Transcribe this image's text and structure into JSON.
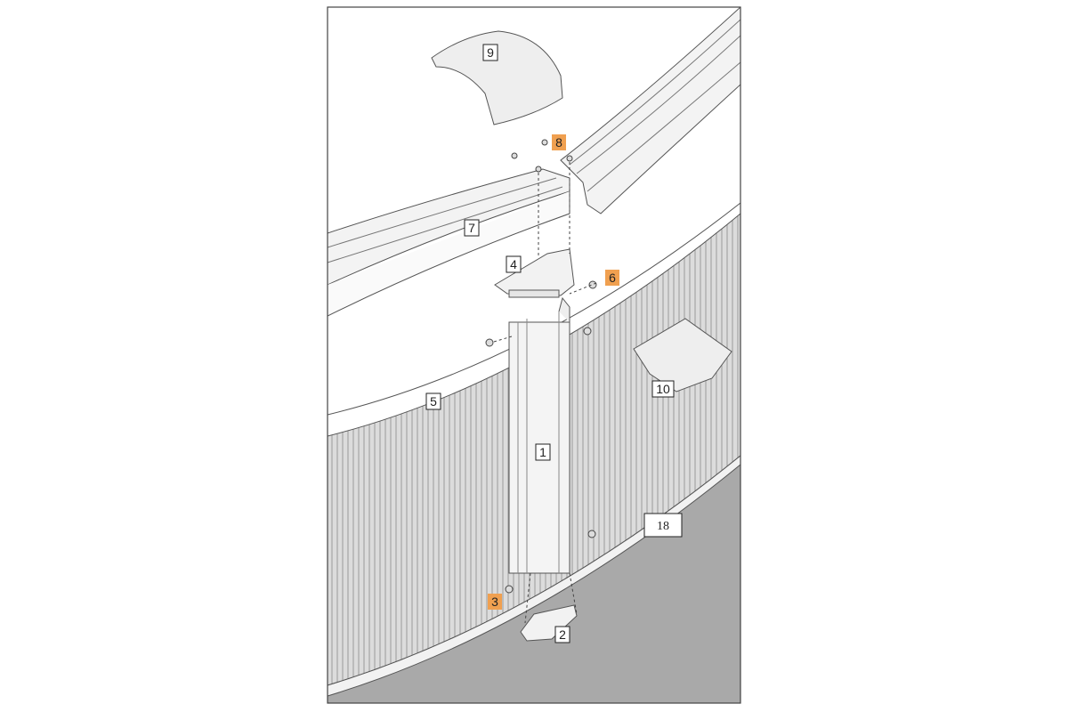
{
  "diagram": {
    "title": "Pool upright assembly exploded view",
    "highlight_color": "#f0a050",
    "labels": [
      {
        "id": "9",
        "text": "9",
        "highlight": false
      },
      {
        "id": "8",
        "text": "8",
        "highlight": true
      },
      {
        "id": "7",
        "text": "7",
        "highlight": false
      },
      {
        "id": "4",
        "text": "4",
        "highlight": false
      },
      {
        "id": "6",
        "text": "6",
        "highlight": true
      },
      {
        "id": "5",
        "text": "5",
        "highlight": false
      },
      {
        "id": "10",
        "text": "10",
        "highlight": false
      },
      {
        "id": "1",
        "text": "1",
        "highlight": false
      },
      {
        "id": "18",
        "text": "18",
        "highlight": false
      },
      {
        "id": "3",
        "text": "3",
        "highlight": true
      },
      {
        "id": "2",
        "text": "2",
        "highlight": false
      }
    ]
  }
}
